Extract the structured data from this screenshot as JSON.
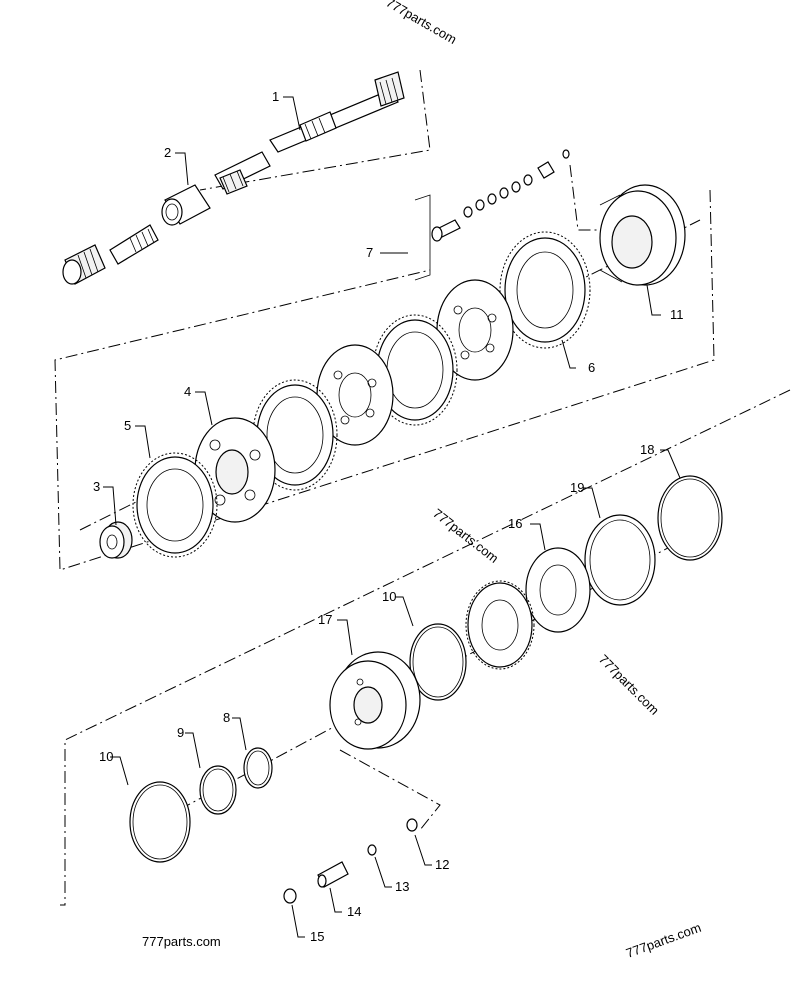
{
  "diagram": {
    "callouts": [
      "1",
      "2",
      "3",
      "4",
      "5",
      "6",
      "7",
      "8",
      "9",
      "10",
      "10",
      "11",
      "12",
      "13",
      "14",
      "15",
      "16",
      "17",
      "18",
      "19"
    ],
    "watermarks": [
      "777parts.com",
      "777parts.com",
      "777parts.com",
      "777parts.com",
      "777parts.com"
    ]
  }
}
